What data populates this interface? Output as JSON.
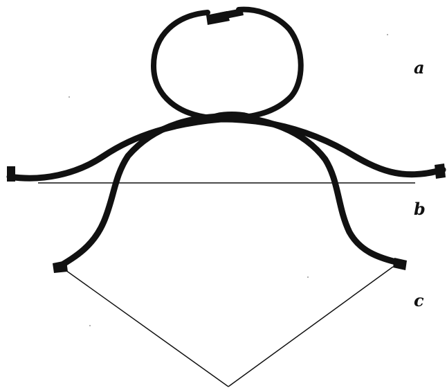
{
  "labels": {
    "a": "a",
    "b": "b",
    "c": "c"
  },
  "colors": {
    "wire": "#111111",
    "background": "#ffffff"
  }
}
